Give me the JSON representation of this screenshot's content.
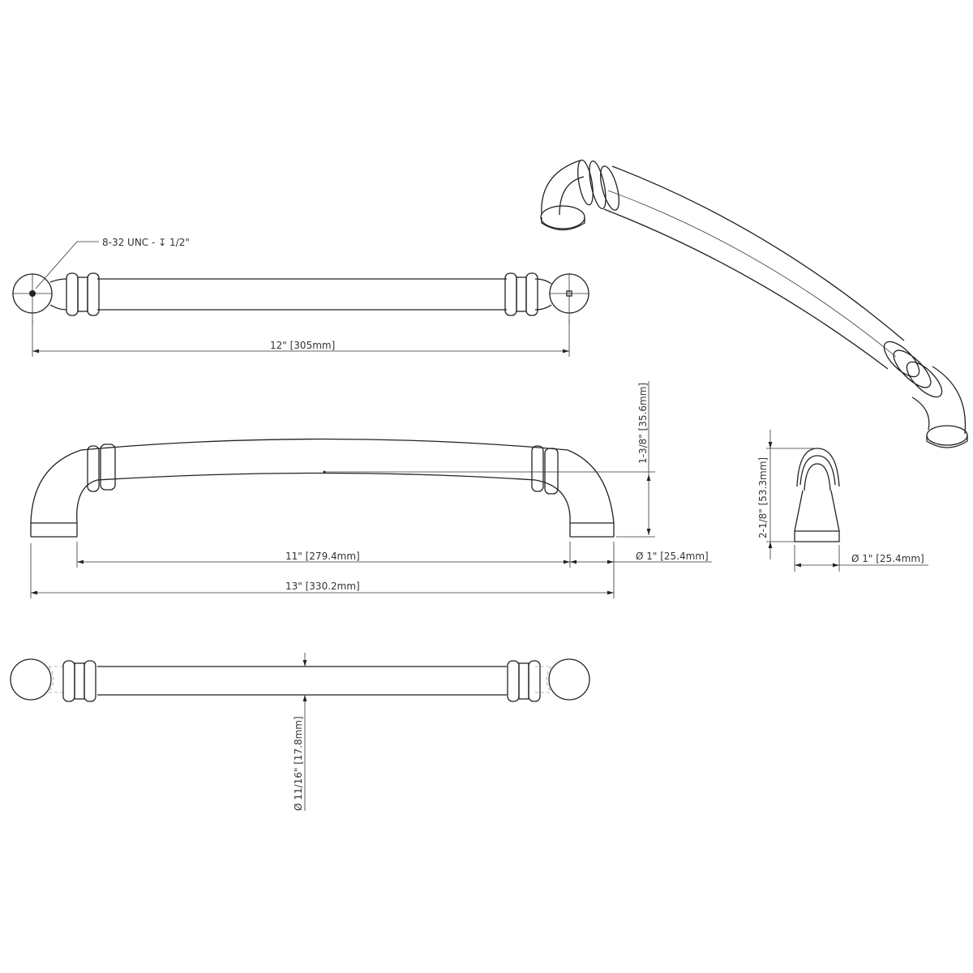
{
  "title": "Cabinet pull dimension drawing",
  "colors": {
    "line": "#222222",
    "background": "#ffffff"
  },
  "labels": {
    "thread": "8-32 UNC - ↧ 1/2\"",
    "center_to_center_in": "12\"",
    "center_to_center_mm": "305mm",
    "projection_in": "1-3/8\"",
    "projection_mm": "35.6mm",
    "inner_span_in": "11\"",
    "inner_span_mm": "279.4mm",
    "foot_dia_in": "Ø 1\"",
    "foot_dia_mm": "25.4mm",
    "overall_in": "13\"",
    "overall_mm": "330.2mm",
    "height_in": "2-1/8\"",
    "height_mm": "53.3mm",
    "knob_dia_in": "Ø 1\"",
    "knob_dia_mm": "25.4mm",
    "bar_dia_in": "Ø 11/16\"",
    "bar_dia_mm": "17.8mm"
  }
}
